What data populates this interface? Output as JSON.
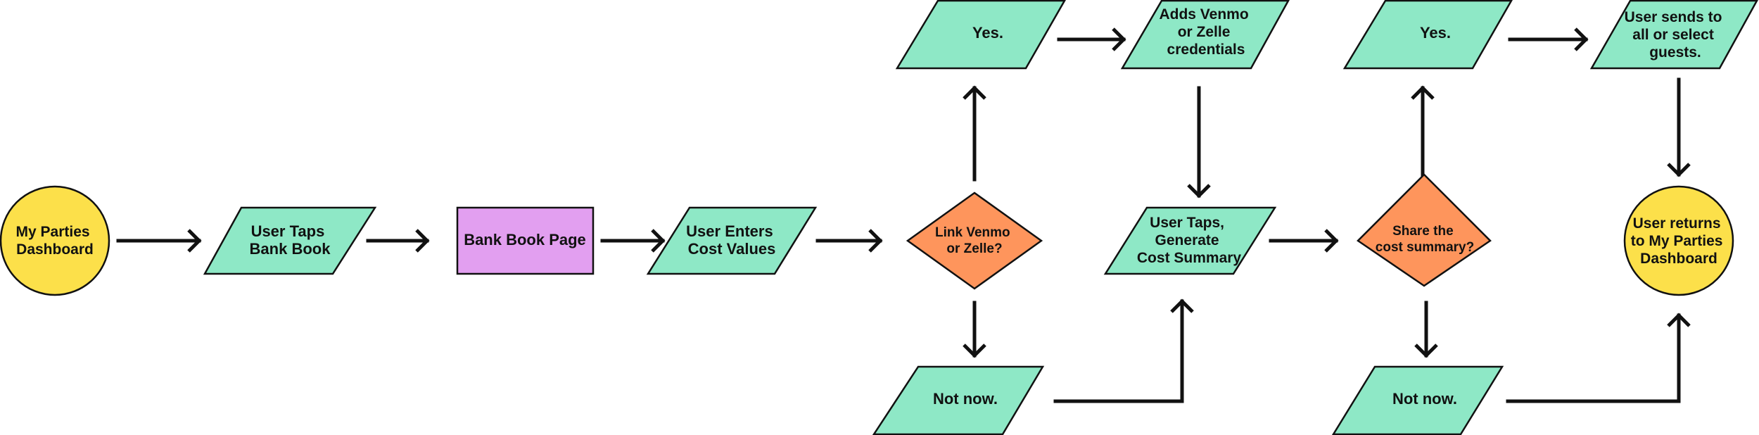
{
  "colors": {
    "terminal": "#fce04a",
    "io": "#8ee8c6",
    "process": "#e29ff0",
    "decision": "#fe955c",
    "stroke": "#111111"
  },
  "nodes": {
    "my_parties_dashboard": {
      "lines": [
        "My Parties",
        "Dashboard"
      ]
    },
    "user_taps_bank_book": {
      "lines": [
        "User Taps",
        "Bank Book"
      ]
    },
    "bank_book_page": {
      "lines": [
        "Bank Book Page"
      ]
    },
    "user_enters_cost_values": {
      "lines": [
        "User Enters",
        "Cost Values"
      ]
    },
    "link_venmo_or_zelle": {
      "lines": [
        "Link Venmo",
        "or Zelle?"
      ]
    },
    "yes_link": {
      "lines": [
        "Yes."
      ]
    },
    "adds_credentials": {
      "lines": [
        "Adds Venmo",
        "or Zelle",
        "credentials"
      ]
    },
    "not_now_link": {
      "lines": [
        "Not now."
      ]
    },
    "generate_cost_summary": {
      "lines": [
        "User Taps,",
        "Generate",
        "Cost Summary"
      ]
    },
    "share_cost_summary": {
      "lines": [
        "Share the",
        "cost summary?"
      ]
    },
    "yes_share": {
      "lines": [
        "Yes."
      ]
    },
    "user_sends": {
      "lines": [
        "User sends to",
        "all or select",
        "guests."
      ]
    },
    "not_now_share": {
      "lines": [
        "Not now."
      ]
    },
    "user_returns": {
      "lines": [
        "User returns",
        "to My Parties",
        "Dashboard"
      ]
    }
  }
}
